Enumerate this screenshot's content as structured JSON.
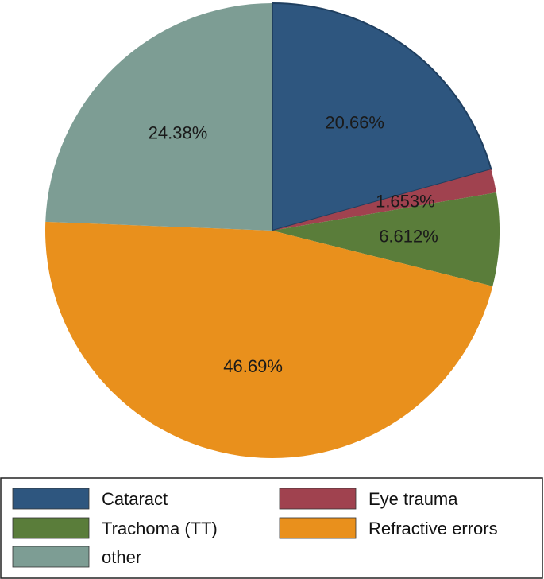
{
  "chart_data": {
    "type": "pie",
    "start_angle_deg": 0,
    "direction": "clockwise",
    "slices": [
      {
        "label": "Cataract",
        "value": 20.66,
        "display": "20.66%",
        "color": "#2e567f"
      },
      {
        "label": "Eye trauma",
        "value": 1.653,
        "display": "1.653%",
        "color": "#a0424f"
      },
      {
        "label": "Trachoma (TT)",
        "value": 6.612,
        "display": "6.612%",
        "color": "#5a7d3a"
      },
      {
        "label": "Refractive errors",
        "value": 46.69,
        "display": "46.69%",
        "color": "#e9901c"
      },
      {
        "label": "other",
        "value": 24.38,
        "display": "24.38%",
        "color": "#7d9d94"
      }
    ],
    "legend": {
      "position": "bottom",
      "columns": 2,
      "entries": [
        "Cataract",
        "Eye trauma",
        "Trachoma (TT)",
        "Refractive errors",
        "other"
      ]
    }
  }
}
